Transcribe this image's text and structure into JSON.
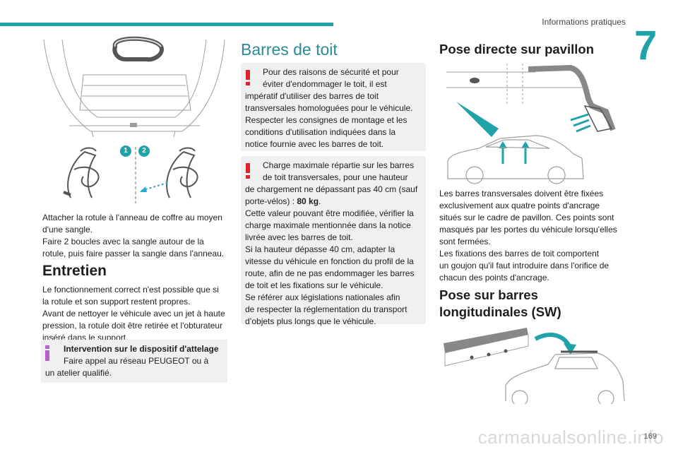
{
  "header": {
    "section_title": "Informations pratiques",
    "chapter_number": "7"
  },
  "footer": {
    "page_number": "169",
    "watermark": "carmanualsonline.info"
  },
  "left": {
    "attach_text": [
      "Attacher la rotule à l'anneau de coffre au moyen",
      "d'une sangle.",
      "Faire 2 boucles avec la sangle autour de la",
      "rotule, puis faire passer la sangle dans l'anneau."
    ],
    "step_badges": [
      "1",
      "2"
    ],
    "entretien_title": "Entretien",
    "entretien_text": [
      "Le fonctionnement correct n'est possible que si",
      "la rotule et son support restent propres.",
      "Avant de nettoyer le véhicule avec un jet à haute",
      "pression, la rotule doit être retirée et l'obturateur",
      "inséré dans le support."
    ],
    "info_box": {
      "title": "Intervention sur le dispositif d'attelage",
      "lines": [
        "Faire appel au réseau PEUGEOT ou à",
        "un atelier qualifié."
      ]
    }
  },
  "middle": {
    "title": "Barres de toit",
    "warning1": [
      "Pour des raisons de sécurité et pour",
      "éviter d'endommager le toit, il est",
      "impératif d'utiliser des barres de toit",
      "transversales homologuées pour le véhicule.",
      "Respecter les consignes de montage et les",
      "conditions d'utilisation indiquées dans la",
      "notice fournie avec les barres de toit."
    ],
    "warning2_lines": [
      "Charge maximale répartie sur les barres",
      "de toit transversales, pour une hauteur",
      "de chargement ne dépassant pas 40 cm (sauf"
    ],
    "warning2_bold_prefix": "porte-vélos) : ",
    "warning2_bold": "80 kg",
    "warning2_bold_suffix": ".",
    "warning2_rest": [
      "Cette valeur pouvant être modifiée, vérifier la",
      "charge maximale mentionnée dans la notice",
      "livrée avec les barres de toit.",
      "Si la hauteur dépasse 40 cm, adapter la",
      "vitesse du véhicule en fonction du profil de la",
      "route, afin de ne pas endommager les barres",
      "de toit et les fixations sur le véhicule.",
      "Se référer aux législations nationales afin",
      "de respecter la réglementation du transport",
      "d’objets plus longs que le véhicule."
    ]
  },
  "right": {
    "title1": "Pose directe sur pavillon",
    "text1": [
      "Les barres transversales doivent être fixées",
      "exclusivement aux quatre points d'ancrage",
      "situés sur le cadre de pavillon. Ces points sont",
      "masqués par les portes du véhicule lorsqu'elles",
      "sont fermées.",
      "Les fixations des barres de toit comportent",
      "un goujon qu'il faut introduire dans l'orifice de",
      "chacun des points d'ancrage."
    ],
    "title2_lines": [
      "Pose sur barres",
      "longitudinales (SW)"
    ]
  },
  "colors": {
    "accent": "#1fa3a8",
    "warning": "#e4222b",
    "info": "#b564c9",
    "box": "#eef0f1"
  }
}
